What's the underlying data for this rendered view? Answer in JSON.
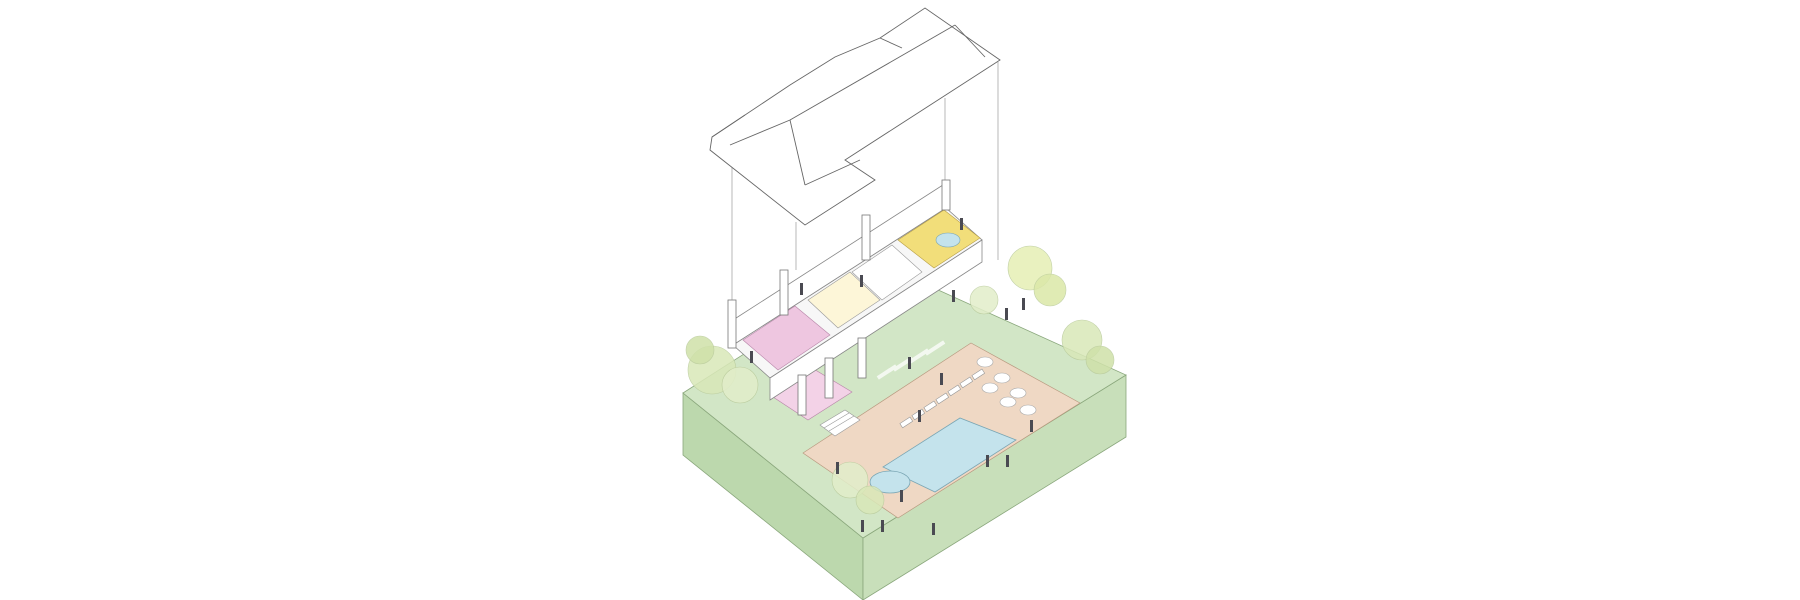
{
  "diagram": {
    "kind": "exploded axonometric",
    "components": [
      "roof",
      "pavilion",
      "pool-terrace",
      "site-base",
      "trees",
      "people"
    ],
    "colors": {
      "background": "#ffffff",
      "ground": "#d2e6c6",
      "ground_side": "#bcd8ad",
      "terrace": "#efd8c4",
      "pool": "#c4e3ec",
      "pink_room": "#eec6e0",
      "yellow_room": "#f2de7a",
      "walls": "#ffffff",
      "line": "#777777",
      "tree": "#d9e8b8",
      "person": "#4a4a52"
    },
    "icons": [
      "person-figure",
      "parasol",
      "sun-lounger",
      "tree-canopy"
    ]
  }
}
